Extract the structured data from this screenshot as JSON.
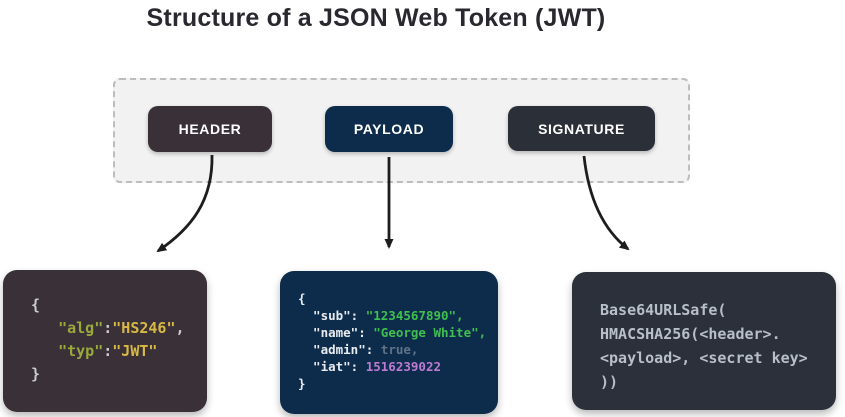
{
  "title": "Structure of a JSON Web Token (JWT)",
  "badges": [
    {
      "id": "header",
      "label": "HEADER",
      "bg": "#3a3138"
    },
    {
      "id": "payload",
      "label": "PAYLOAD",
      "bg": "#0d2c4c"
    },
    {
      "id": "signature",
      "label": "SIGNATURE",
      "bg": "#2b2f38"
    }
  ],
  "colors": {
    "page_bg": "#ffffff",
    "title_text": "#28282e",
    "dashed_container_bg": "#f2f2f2",
    "dashed_container_border": "#bdbdbd",
    "arrow": "#1d1d1d",
    "header_box_bg": "#3a3138",
    "payload_box_bg": "#0d2c4c",
    "signature_box_bg": "#2b303a"
  },
  "token_colors": {
    "punct": "#c9ccd1",
    "key": "#9aa93c",
    "val": "#d9b945",
    "white": "#e8ebef",
    "green": "#3fbf4e",
    "mutedblue": "#5f7287",
    "violet": "#bd7ad1",
    "gray": "#b9bfc9"
  },
  "code_boxes": {
    "header": {
      "lines": [
        [
          {
            "t": "{",
            "c": "punct"
          }
        ],
        [
          {
            "t": "   ",
            "c": "punct"
          },
          {
            "t": "\"alg\"",
            "c": "key"
          },
          {
            "t": ":",
            "c": "punct"
          },
          {
            "t": "\"HS246\"",
            "c": "val"
          },
          {
            "t": ",",
            "c": "punct"
          }
        ],
        [
          {
            "t": "   ",
            "c": "punct"
          },
          {
            "t": "\"typ\"",
            "c": "key"
          },
          {
            "t": ":",
            "c": "punct"
          },
          {
            "t": "\"JWT\"",
            "c": "val"
          }
        ],
        [
          {
            "t": "}",
            "c": "punct"
          }
        ]
      ]
    },
    "payload": {
      "lines": [
        [
          {
            "t": "{",
            "c": "white"
          }
        ],
        [
          {
            "t": "  \"sub\": ",
            "c": "white"
          },
          {
            "t": "\"1234567890\"",
            "c": "green"
          },
          {
            "t": ",",
            "c": "green"
          }
        ],
        [
          {
            "t": "  \"name\": ",
            "c": "white"
          },
          {
            "t": "\"George White\"",
            "c": "green"
          },
          {
            "t": ",",
            "c": "green"
          }
        ],
        [
          {
            "t": "  \"admin\": ",
            "c": "white"
          },
          {
            "t": "true,",
            "c": "mutedblue"
          }
        ],
        [
          {
            "t": "  \"iat\": ",
            "c": "white"
          },
          {
            "t": "1516239022",
            "c": "violet"
          }
        ],
        [
          {
            "t": "}",
            "c": "white"
          }
        ]
      ]
    },
    "signature": {
      "lines": [
        [
          {
            "t": "Base64URLSafe(",
            "c": "gray"
          }
        ],
        [
          {
            "t": "HMACSHA256(<header>.",
            "c": "gray"
          }
        ],
        [
          {
            "t": "<payload>, <secret key>",
            "c": "gray"
          }
        ],
        [
          {
            "t": "))",
            "c": "gray"
          }
        ]
      ]
    }
  }
}
